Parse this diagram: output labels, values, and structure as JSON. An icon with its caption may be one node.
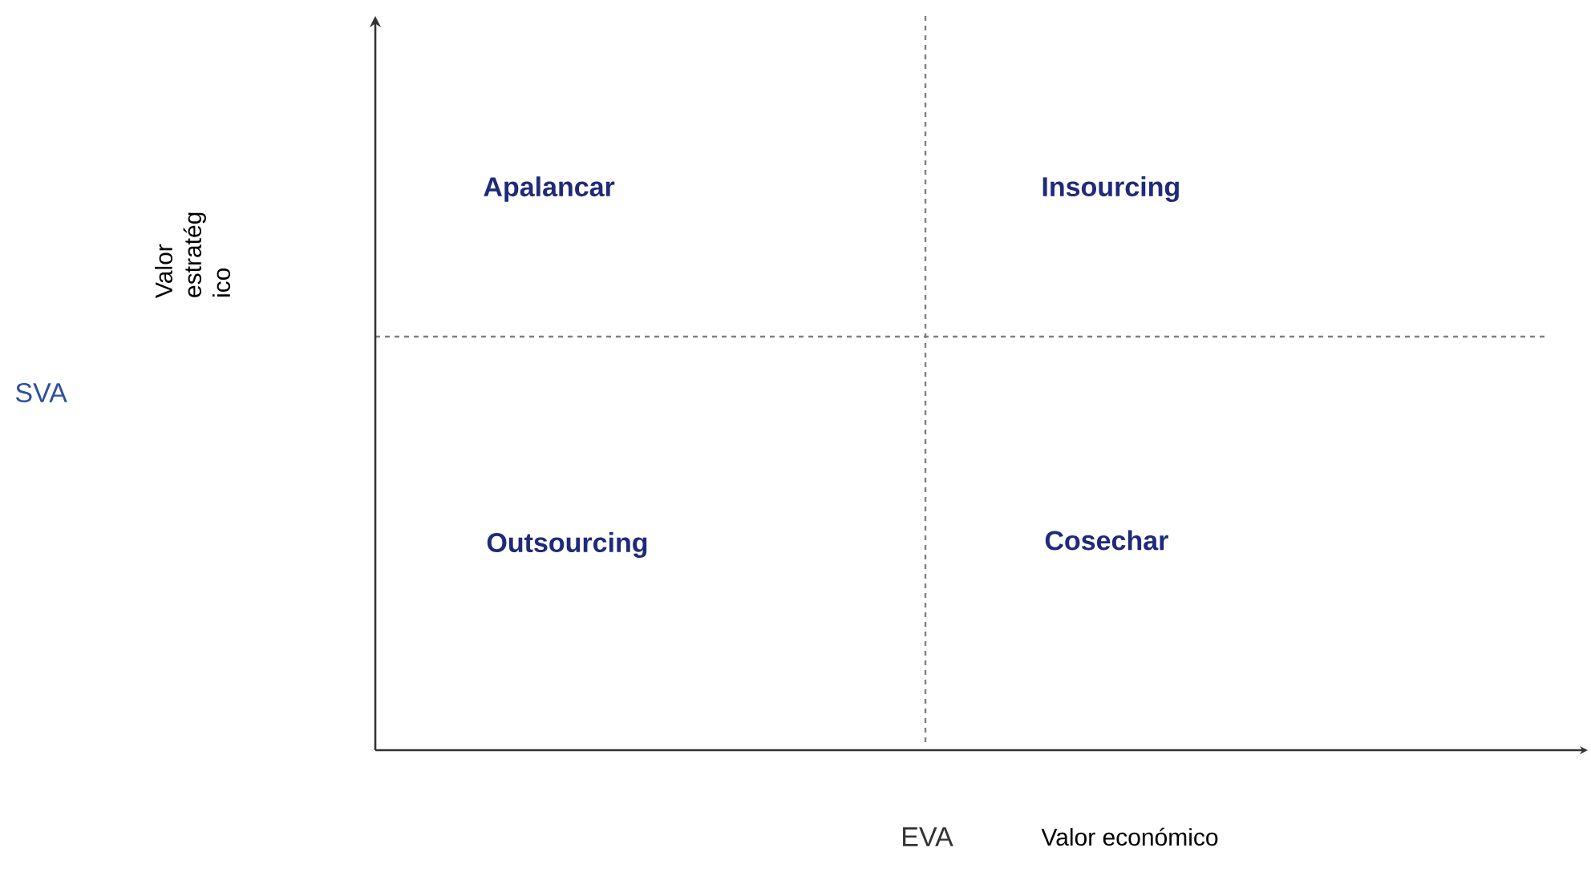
{
  "diagram": {
    "labels": [
      "Valor estratég ico",
      "Apalancar",
      "Insourcing",
      "SVA",
      "Outsourcing",
      "Cosechar",
      "EVA",
      "Valor económico"
    ]
  }
}
